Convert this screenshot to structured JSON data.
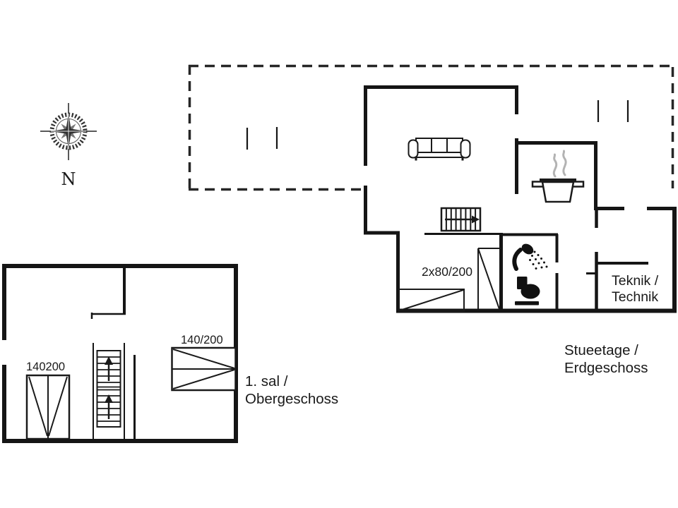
{
  "page": {
    "background": "#ffffff",
    "line_color": "#151515",
    "dashed_outline_color": "#262626",
    "steam_color": "#b3b3b3"
  },
  "compass": {
    "north_label": "N"
  },
  "ground_floor": {
    "floor_label": {
      "line1": "Stueetage /",
      "line2": "Erdgeschoss"
    },
    "teknik_room_label": {
      "line1": "Teknik /",
      "line2": "Technik"
    },
    "bed_size_label": "2x80/200"
  },
  "upper_floor": {
    "floor_label": {
      "line1": "1. sal /",
      "line2": "Obergeschoss"
    },
    "double_bed_label": "140200",
    "single_bed_label": "140/200"
  },
  "icons": {
    "compass_rose": "compass-rose-icon",
    "sofa": "sofa-icon",
    "stove": "cooking-pot-icon",
    "steam": "steam-icon",
    "stairs_ground": "stairs-arrow-right-icon",
    "stairs_upper": "stairs-arrow-up-icon",
    "shower": "shower-icon",
    "toilet": "toilet-icon",
    "beds": "bed-icon",
    "door": "door-icon",
    "windows": "window-tick-icon"
  }
}
